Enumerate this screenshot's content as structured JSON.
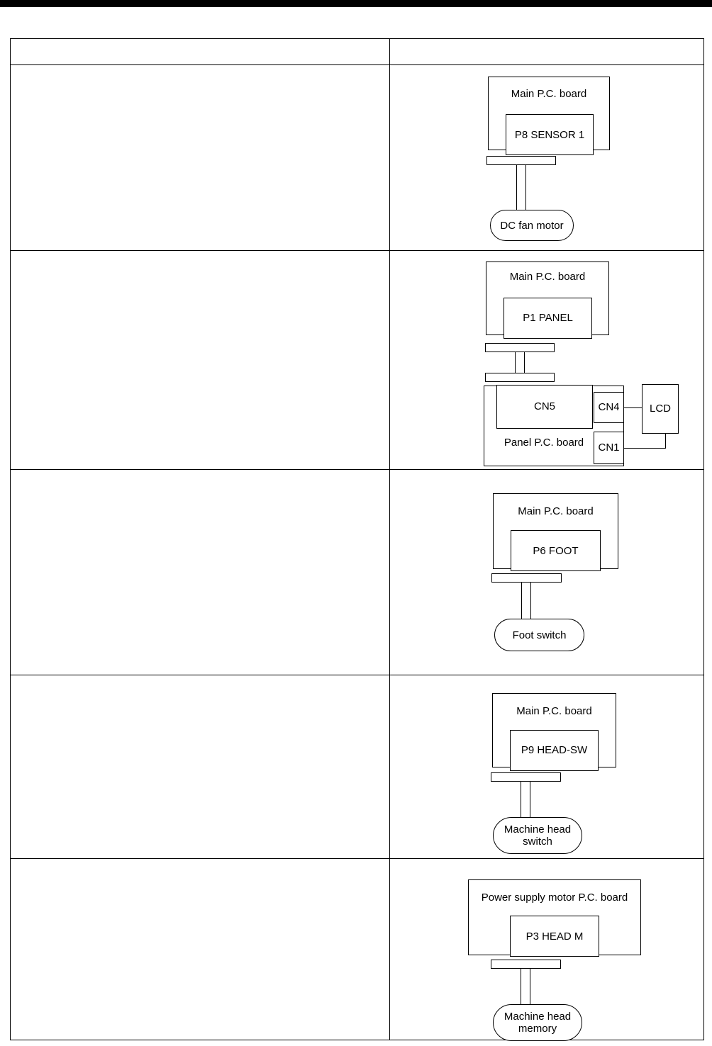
{
  "page": {
    "top_band_color": "#000000",
    "background_color": "#ffffff",
    "line_color": "#000000"
  },
  "table": {
    "columns": [
      {
        "key": "description",
        "header": ""
      },
      {
        "key": "diagram",
        "header": ""
      }
    ],
    "rows": [
      {
        "description": "",
        "diagram": {
          "name": "dc-fan-motor-connection",
          "board": "Main P.C. board",
          "port": "P8 SENSOR 1",
          "device": "DC fan motor"
        }
      },
      {
        "description": "",
        "diagram": {
          "name": "panel-connection",
          "board": "Main P.C. board",
          "port": "P1  PANEL",
          "sub_board": "Panel P.C. board",
          "sub_port_main": "CN5",
          "sub_port_upper": "CN4",
          "sub_port_lower": "CN1",
          "device": "LCD"
        }
      },
      {
        "description": "",
        "diagram": {
          "name": "foot-switch-connection",
          "board": "Main P.C. board",
          "port": "P6  FOOT",
          "device": "Foot switch"
        }
      },
      {
        "description": "",
        "diagram": {
          "name": "machine-head-switch-connection",
          "board": "Main P.C. board",
          "port": "P9  HEAD-SW",
          "device_line1": "Machine head",
          "device_line2": "switch"
        }
      },
      {
        "description": "",
        "diagram": {
          "name": "machine-head-memory-connection",
          "board": "Power supply motor P.C. board",
          "port": "P3 HEAD M",
          "device_line1": "Machine head",
          "device_line2": "memory"
        }
      }
    ]
  }
}
